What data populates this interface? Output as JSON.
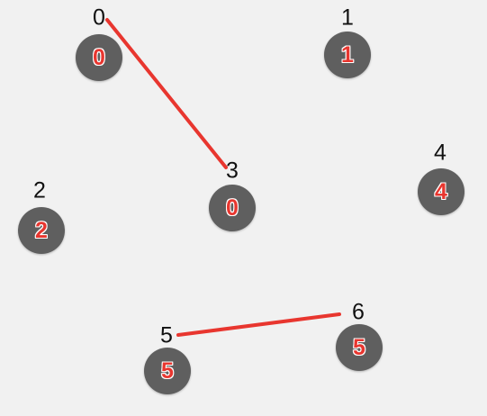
{
  "colors": {
    "background": "#f1f1f1",
    "node_fill": "#5f5f5f",
    "edge": "#e8362f",
    "component_label": "#e8362f",
    "id_label": "#111111"
  },
  "nodes": [
    {
      "id": "0",
      "component": "0"
    },
    {
      "id": "1",
      "component": "1"
    },
    {
      "id": "2",
      "component": "2"
    },
    {
      "id": "3",
      "component": "0"
    },
    {
      "id": "4",
      "component": "4"
    },
    {
      "id": "5",
      "component": "5"
    },
    {
      "id": "6",
      "component": "5"
    }
  ],
  "edges": [
    {
      "from": "0",
      "to": "3"
    },
    {
      "from": "5",
      "to": "6"
    }
  ]
}
